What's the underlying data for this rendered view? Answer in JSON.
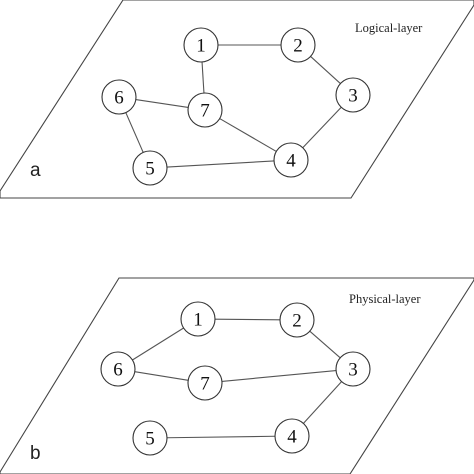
{
  "panels": [
    {
      "letter": "a",
      "title": "Logical-layer",
      "nodes": [
        {
          "id": "1",
          "label": "1"
        },
        {
          "id": "2",
          "label": "2"
        },
        {
          "id": "3",
          "label": "3"
        },
        {
          "id": "4",
          "label": "4"
        },
        {
          "id": "5",
          "label": "5"
        },
        {
          "id": "6",
          "label": "6"
        },
        {
          "id": "7",
          "label": "7"
        }
      ],
      "edges": [
        [
          "1",
          "2"
        ],
        [
          "2",
          "3"
        ],
        [
          "3",
          "4"
        ],
        [
          "4",
          "5"
        ],
        [
          "5",
          "6"
        ],
        [
          "6",
          "7"
        ],
        [
          "7",
          "1"
        ],
        [
          "7",
          "4"
        ]
      ]
    },
    {
      "letter": "b",
      "title": "Physical-layer",
      "nodes": [
        {
          "id": "1",
          "label": "1"
        },
        {
          "id": "2",
          "label": "2"
        },
        {
          "id": "3",
          "label": "3"
        },
        {
          "id": "4",
          "label": "4"
        },
        {
          "id": "5",
          "label": "5"
        },
        {
          "id": "6",
          "label": "6"
        },
        {
          "id": "7",
          "label": "7"
        }
      ],
      "edges": [
        [
          "1",
          "2"
        ],
        [
          "2",
          "3"
        ],
        [
          "3",
          "7"
        ],
        [
          "3",
          "4"
        ],
        [
          "7",
          "6"
        ],
        [
          "6",
          "1"
        ],
        [
          "5",
          "4"
        ]
      ]
    }
  ]
}
